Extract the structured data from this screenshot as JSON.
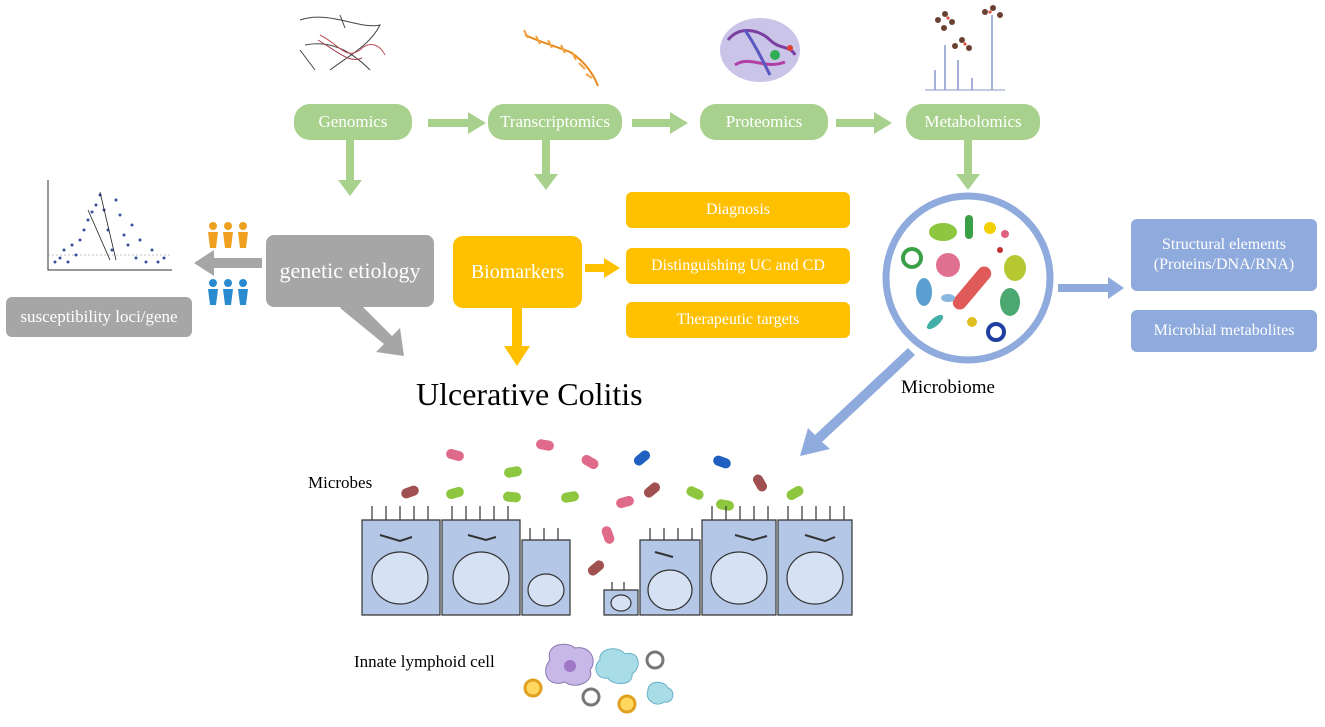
{
  "omics": {
    "genomics": "Genomics",
    "transcriptomics": "Transcriptomics",
    "proteomics": "Proteomics",
    "metabolomics": "Metabolomics"
  },
  "genetics": {
    "etiology": "genetic etiology",
    "loci": "susceptibility loci/gene"
  },
  "biomarkers": {
    "label": "Biomarkers",
    "uses": [
      "Diagnosis",
      "Distinguishing UC and CD",
      "Therapeutic targets"
    ]
  },
  "microbiome": {
    "label": "Microbiome",
    "components": [
      "Structural elements (Proteins/DNA/RNA)",
      "Microbial metabolites"
    ]
  },
  "disease": "Ulcerative Colitis",
  "gut": {
    "microbes": "Microbes",
    "ilc": "Innate lymphoid cell"
  },
  "colors": {
    "green": "#a9d18e",
    "gray": "#a6a6a6",
    "orange": "#ffc000",
    "blue": "#8faadc",
    "cell": "#b4c7e7"
  }
}
